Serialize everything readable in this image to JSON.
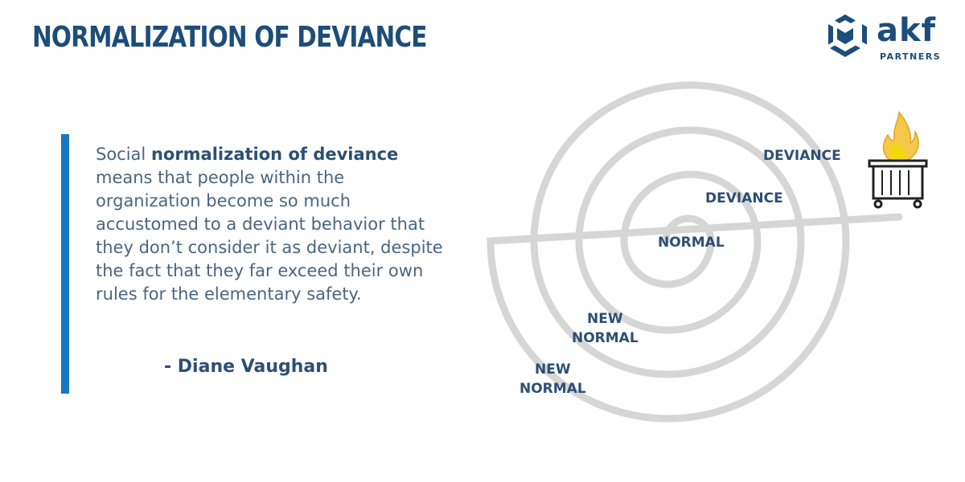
{
  "header": {
    "title": "NORMALIZATION OF DEVIANCE"
  },
  "logo": {
    "wordmark": "akf",
    "subtext": "PARTNERS",
    "icon": "cube-icon",
    "color": "#1d4d7a"
  },
  "quote": {
    "prefix": "Social ",
    "emphasis": "normalization of deviance",
    "body": " means that people within the organization become so much accustomed to a deviant behavior that they don’t consider it as deviant, despite the fact that they far exceed their own rules for the elementary safety.",
    "author": "- Diane Vaughan",
    "accent_color": "#1677c2"
  },
  "diagram": {
    "spiral_color": "#d6d6d6",
    "labels": {
      "normal": "NORMAL",
      "deviance_inner": "DEVIANCE",
      "deviance_outer": "DEVIANCE",
      "new_normal_1_line1": "NEW",
      "new_normal_1_line2": "NORMAL",
      "new_normal_2_line1": "NEW",
      "new_normal_2_line2": "NORMAL"
    },
    "end_icon": "burning-dumpster-icon",
    "flame_colors": [
      "#f5c84a",
      "#f2d90e"
    ]
  }
}
